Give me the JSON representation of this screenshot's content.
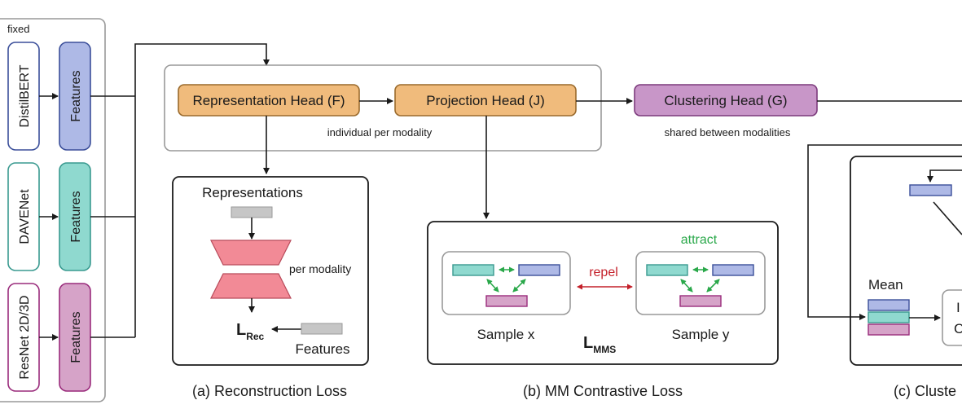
{
  "encoders": {
    "fixed_label": "fixed",
    "items": [
      {
        "name": "DistilBERT",
        "features": "Features",
        "border": "#3b4f9a",
        "fill": "#aeb9e6"
      },
      {
        "name": "DAVENet",
        "features": "Features",
        "border": "#3a9a90",
        "fill": "#8fd9cf"
      },
      {
        "name": "ResNet 2D/3D",
        "features": "Features",
        "border": "#9a2c7c",
        "fill": "#d6a3c8"
      }
    ]
  },
  "heads": {
    "representation": "Representation Head (F)",
    "projection": "Projection Head (J)",
    "clustering": "Clustering Head (G)",
    "individual_note": "individual per modality",
    "shared_note": "shared between modalities"
  },
  "reconstruction": {
    "representations_label": "Representations",
    "per_modality_label": "per modality",
    "loss_main": "L",
    "loss_sub": "Rec",
    "features_label": "Features",
    "caption": "(a) Reconstruction Loss"
  },
  "contrastive": {
    "attract_label": "attract",
    "repel_label": "repel",
    "sample_x": "Sample x",
    "sample_y": "Sample y",
    "loss_main": "L",
    "loss_sub": "MMS",
    "caption": "(b) MM Contrastive Loss"
  },
  "clustering_panel": {
    "mean_label": "Mean",
    "box_text_1": "I",
    "box_text_2": "C",
    "caption": "(c) Cluste"
  },
  "colors": {
    "head_orange": "#f0bb7c",
    "head_orange_border": "#9a6a2c",
    "head_purple": "#c896c8",
    "head_purple_border": "#7c3a7c",
    "trapezoid": "#f28a96",
    "attract_green": "#2aa84a",
    "repel_red": "#c4202a"
  }
}
